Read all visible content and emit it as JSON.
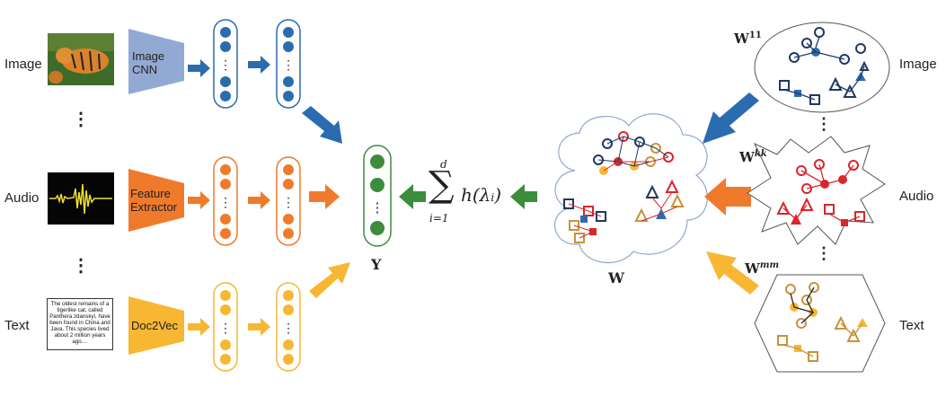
{
  "left_labels": {
    "image": "Image",
    "audio": "Audio",
    "text": "Text"
  },
  "right_labels": {
    "image": "Image",
    "audio": "Audio",
    "text": "Text"
  },
  "extractors": {
    "image_line1": "Image",
    "image_line2": "CNN",
    "audio_line1": "Feature",
    "audio_line2": "Extractor",
    "text": "Doc2Vec"
  },
  "document_text": "The oldest remains of a tigerlike cat, called Panthera zdanskyi, have been found in China and Java. This species lived about 2 million years ago....",
  "vertical_dots": "⋮",
  "y_label": "Y",
  "w_label": "W",
  "w_blocks": {
    "w11_base": "W",
    "w11_sup": "11",
    "wkk_base": "W",
    "wkk_sup": "kk",
    "wmm_base": "W",
    "wmm_sup": "mm"
  },
  "formula": {
    "upper": "d",
    "lower": "i=1",
    "sigma": "∑",
    "body": "h(λ",
    "sub": "i",
    "close": ")"
  },
  "colors": {
    "blue": "#2b6cb0",
    "orange": "#f07a2c",
    "yellow": "#f7b733",
    "green": "#3c8c3c",
    "navy": "#1f3864",
    "red": "#d9262b",
    "gold": "#c8923a",
    "steel": "#8ea9cf"
  }
}
